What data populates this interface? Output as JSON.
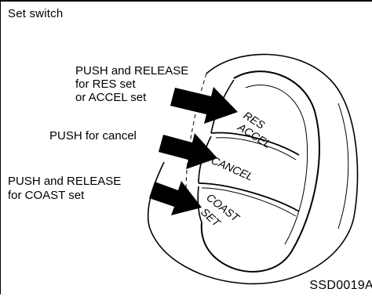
{
  "header": {
    "title": "Set switch"
  },
  "callouts": {
    "res_accel": [
      "PUSH and RELEASE",
      "for RES set",
      "or ACCEL set"
    ],
    "cancel": [
      "PUSH for cancel"
    ],
    "coast_set": [
      "PUSH and RELEASE",
      "for COAST set"
    ]
  },
  "buttons": {
    "res": "RES",
    "accel": "ACCEL",
    "cancel": "CANCEL",
    "coast": "COAST",
    "set": "SET"
  },
  "figure_id": "SSD0019A"
}
